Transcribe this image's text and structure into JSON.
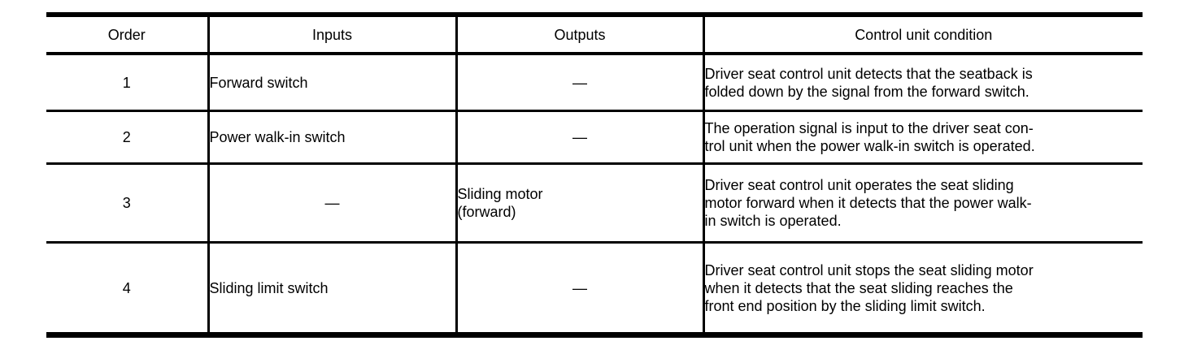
{
  "colors": {
    "background": "#ffffff",
    "text": "#000000",
    "border": "#000000"
  },
  "table": {
    "headers": [
      "Order",
      "Inputs",
      "Outputs",
      "Control unit condition"
    ],
    "rows": [
      {
        "order": "1",
        "inputs": "Forward switch",
        "outputs": "—",
        "condition": "Driver seat control unit detects that the seatback is\nfolded down by the signal from the forward switch."
      },
      {
        "order": "2",
        "inputs": "Power walk-in switch",
        "outputs": "—",
        "condition": "The operation signal is input to the driver seat con-\ntrol unit when the power walk-in switch is operated."
      },
      {
        "order": "3",
        "inputs": "—",
        "outputs": "Sliding motor\n(forward)",
        "condition": "Driver seat control unit operates the seat sliding\nmotor forward when it detects that the power walk-\nin switch is operated."
      },
      {
        "order": "4",
        "inputs": "Sliding limit switch",
        "outputs": "—",
        "condition": "Driver seat control unit stops the seat sliding motor\nwhen it detects that the seat sliding reaches the\nfront end position by the sliding limit switch."
      }
    ]
  }
}
